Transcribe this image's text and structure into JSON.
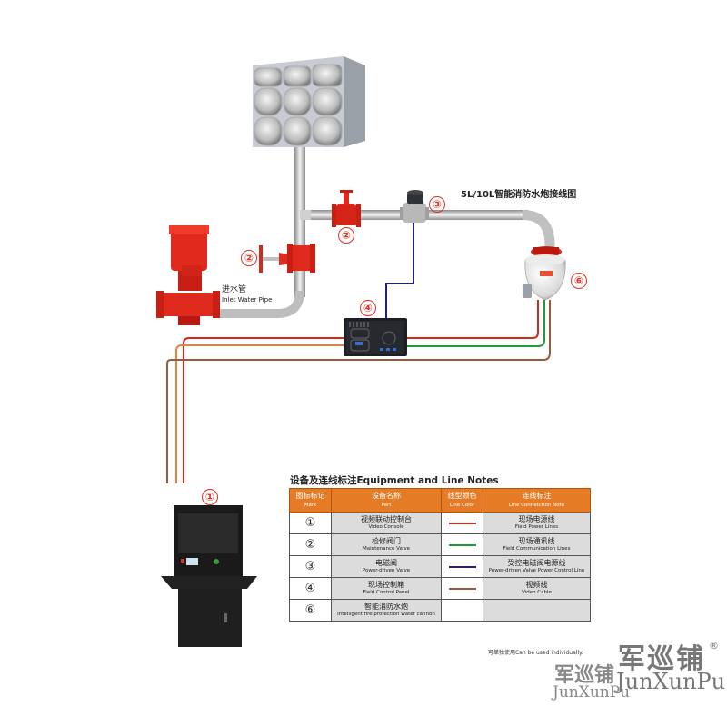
{
  "diagram": {
    "title": "5L/10L智能消防水炮接线图",
    "inlet_label_cn": "进水管",
    "inlet_label_en": "Inlet Water Pipe",
    "callouts": [
      {
        "id": "valve-1",
        "mark": "②"
      },
      {
        "id": "valve-2",
        "mark": "②"
      },
      {
        "id": "solenoid",
        "mark": "③"
      },
      {
        "id": "control-panel",
        "mark": "④"
      },
      {
        "id": "cannon",
        "mark": "⑥"
      },
      {
        "id": "console",
        "mark": "①"
      }
    ],
    "line_colors": {
      "power": "#d42a1e",
      "communication": "#1f9a3a",
      "valve_power": "#22227a",
      "video": "#9a5a3c",
      "orange": "#e8813a"
    }
  },
  "legend": {
    "title": "设备及连线标注Equipment and Line Notes",
    "headers": [
      {
        "cn": "图标标记",
        "en": "Mark"
      },
      {
        "cn": "设备名称",
        "en": "Part"
      },
      {
        "cn": "线型颜色",
        "en": "Line Color"
      },
      {
        "cn": "连线标注",
        "en": "Line Connetction Note"
      }
    ],
    "rows": [
      {
        "mark": "①",
        "part_cn": "视频联动控制台",
        "part_en": "Video Console",
        "color": "#d42a1e",
        "note_cn": "现场电源线",
        "note_en": "Field Power Lines"
      },
      {
        "mark": "②",
        "part_cn": "检修阀门",
        "part_en": "Maintenance Valve",
        "color": "#1f9a3a",
        "note_cn": "现场通讯线",
        "note_en": "Field Communication Lines"
      },
      {
        "mark": "③",
        "part_cn": "电磁阀",
        "part_en": "Power-driven Valve",
        "color": "#22227a",
        "note_cn": "受控电磁阀电源线",
        "note_en": "Power-driven Valve Power Control Line"
      },
      {
        "mark": "④",
        "part_cn": "现场控制箱",
        "part_en": "Field Control Panel",
        "color": "#9a5a3c",
        "note_cn": "视频线",
        "note_en": "Video Cable"
      },
      {
        "mark": "⑥",
        "part_cn": "智能消防水炮",
        "part_en": "Intelligent fire protection water cannon",
        "color": "",
        "note_cn": "",
        "note_en": ""
      }
    ]
  },
  "footer": {
    "note": "可单独使用Can be used individually.",
    "brand_cn": "军巡铺",
    "brand_en": "JunXunPu",
    "registered": "®"
  }
}
